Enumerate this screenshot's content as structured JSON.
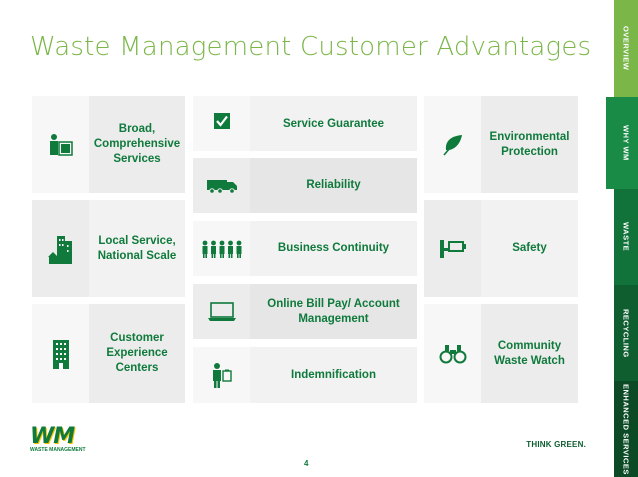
{
  "title": "Waste Management Customer Advantages",
  "cards": {
    "broad": "Broad, Comprehensive Services",
    "local": "Local Service, National Scale",
    "customer": "Customer Experience Centers",
    "service_guarantee": "Service Guarantee",
    "reliability": "Reliability",
    "business_continuity": "Business Continuity",
    "online_bill_pay": "Online Bill Pay/ Account Management",
    "indemnification": "Indemnification",
    "environmental": "Environmental Protection",
    "safety": "Safety",
    "community": "Community Waste Watch"
  },
  "sidebar": {
    "overview": "OVERVIEW",
    "why_wm": "WHY WM",
    "waste": "WASTE",
    "recycling": "RECYCLING",
    "enhanced": "ENHANCED SERVICES"
  },
  "footer": {
    "logo_text": "WM",
    "logo_sub": "WASTE MANAGEMENT",
    "think_green": "THINK GREEN.",
    "page_number": "4"
  },
  "colors": {
    "accent_light": "#7ab648",
    "accent_dark": "#0f7a3c"
  },
  "icons": [
    "person-desk-icon",
    "city-house-icon",
    "building-icon",
    "checkbox-icon",
    "truck-icon",
    "group-people-icon",
    "laptop-icon",
    "person-clipboard-icon",
    "leaf-icon",
    "security-camera-icon",
    "binoculars-icon"
  ]
}
